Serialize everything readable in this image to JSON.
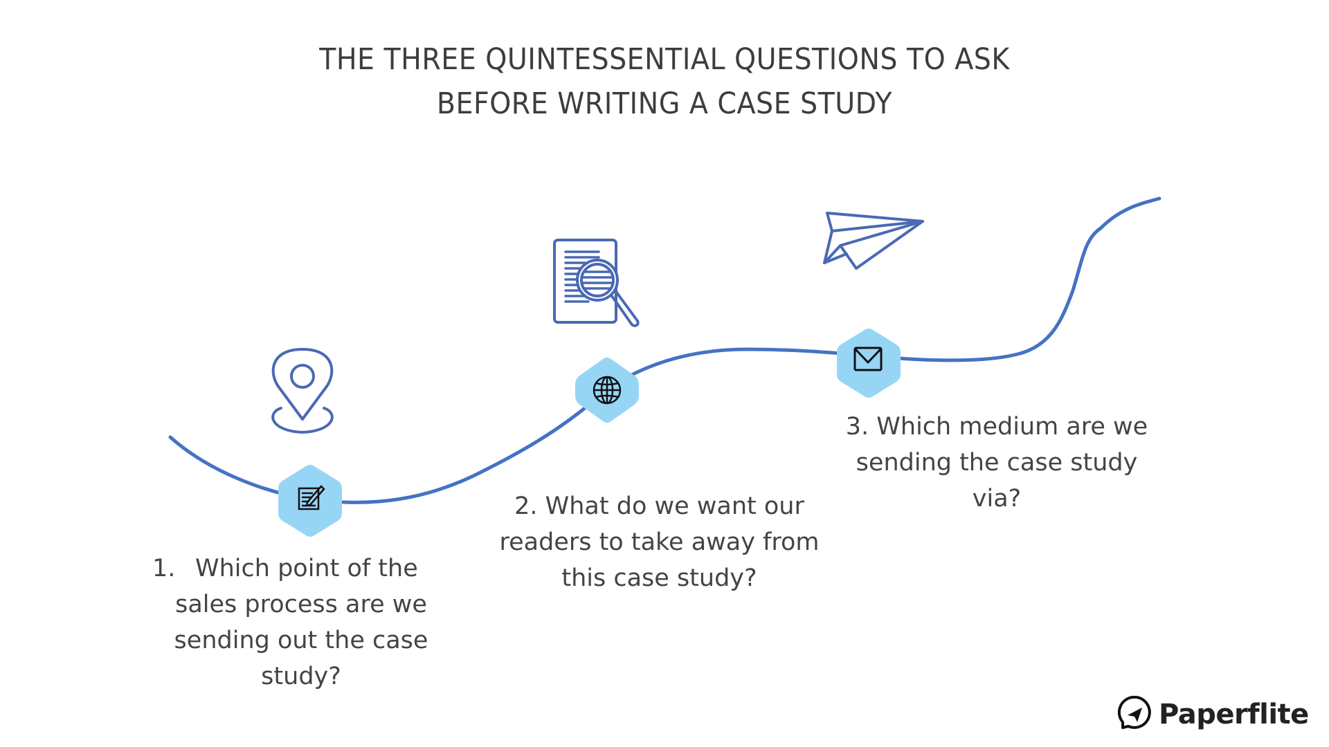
{
  "title": {
    "line1": "THE THREE QUINTESSENTIAL QUESTIONS TO ASK",
    "line2": "BEFORE WRITING A CASE STUDY"
  },
  "colors": {
    "path_stroke": "#4472c4",
    "icon_stroke": "#4a69b3",
    "hexagon_fill": "#97d5f5",
    "text": "#444444",
    "title": "#3d3d3d"
  },
  "steps": [
    {
      "number": "1.",
      "lines": [
        "Which point of the",
        "sales process are we",
        "sending out the case",
        "study?"
      ],
      "node_icon": "edit-document-icon",
      "illustration_icon": "location-pin-icon"
    },
    {
      "number": "2.",
      "lines": [
        "What do we want our",
        "readers to take away from",
        "this case study?"
      ],
      "node_icon": "globe-icon",
      "illustration_icon": "document-search-icon"
    },
    {
      "number": "3.",
      "lines": [
        "Which medium are we",
        "sending the case study",
        "via?"
      ],
      "node_icon": "envelope-icon",
      "illustration_icon": "paper-plane-icon"
    }
  ],
  "q2": {
    "line0": "2. What do we want our"
  },
  "q3": {
    "line0": "3. Which medium are we"
  },
  "logo": {
    "text": "Paperflite",
    "icon": "paperflite-logo-icon"
  }
}
